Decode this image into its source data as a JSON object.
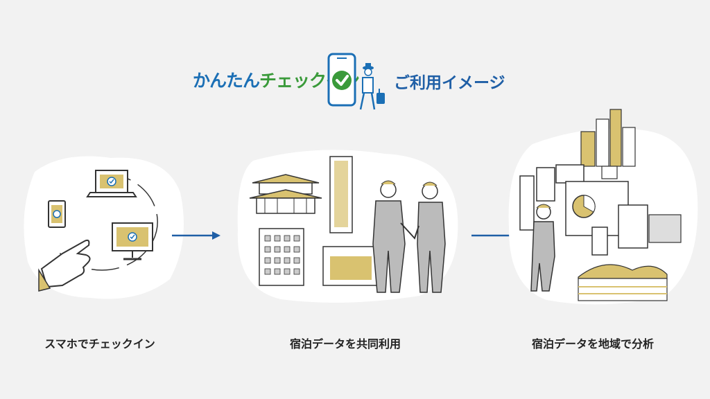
{
  "header": {
    "logo_part1": "かんたん",
    "logo_part2": "チェックイン",
    "subtitle": "ご利用イメージ"
  },
  "steps": [
    {
      "label": "スマホでチェックイン"
    },
    {
      "label": "宿泊データを共同利用"
    },
    {
      "label": "宿泊データを地域で分析"
    }
  ],
  "colors": {
    "background": "#f2f2f2",
    "brand_blue": "#1b6fb5",
    "brand_green": "#3a9a3a",
    "accent_gold": "#d9c270",
    "arrow": "#1f5fa6"
  }
}
